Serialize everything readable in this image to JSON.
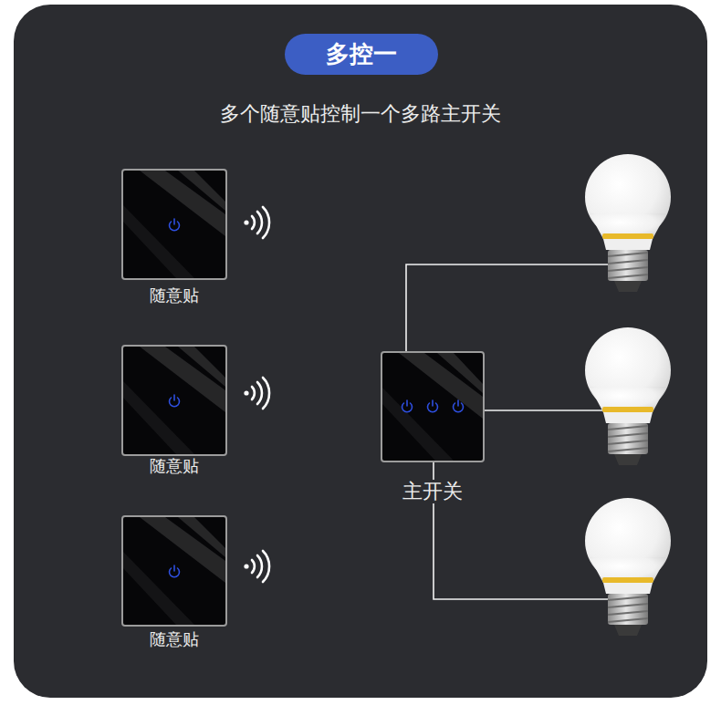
{
  "diagram": {
    "title": "多控一",
    "nodes": [
      {
        "text": [
          "随意贴"
        ]
      },
      {
        "text": [
          "随意贴"
        ]
      },
      {
        "text": [
          "随意贴"
        ]
      },
      {
        "text": [
          "主开关"
        ]
      }
    ],
    "labels": [
      "多个随意贴控制一个多路主开关"
    ]
  }
}
